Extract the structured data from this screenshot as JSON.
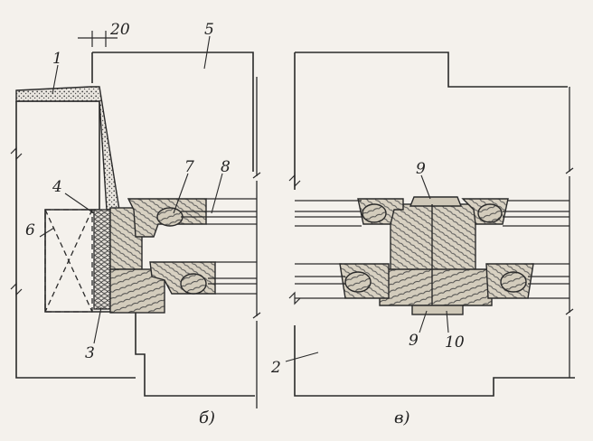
{
  "labels": {
    "l1": "1",
    "l2": "2",
    "l3": "3",
    "l4": "4",
    "l5": "5",
    "l6": "6",
    "l7": "7",
    "l8": "8",
    "l9_top": "9",
    "l9_bottom": "9",
    "l10": "10",
    "dim20": "20"
  },
  "captions": {
    "left": "б)",
    "right": "в)"
  },
  "colors": {
    "ink": "#2a2a2a",
    "paper": "#f4f1ec",
    "wood": "#d9d2c3",
    "insulation": "#b9b2a6"
  }
}
